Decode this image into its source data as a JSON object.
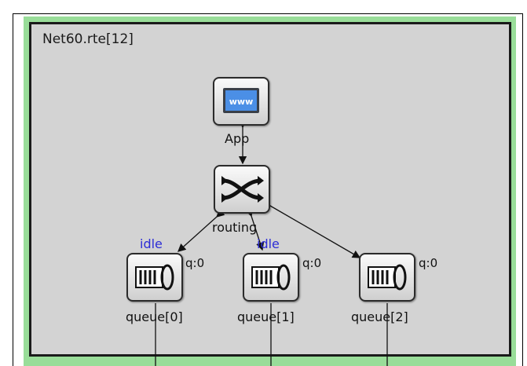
{
  "module": {
    "title": "Net60.rte[12]"
  },
  "nodes": {
    "app": {
      "label": "App",
      "icon_name": "www-icon"
    },
    "routing": {
      "label": "routing",
      "icon_name": "switch-cross-icon"
    },
    "queues": [
      {
        "label": "queue[0]",
        "queue_length": "q:0",
        "status": "idle"
      },
      {
        "label": "queue[1]",
        "queue_length": "q:0",
        "status": "idle"
      },
      {
        "label": "queue[2]",
        "queue_length": "q:0",
        "status": ""
      }
    ]
  },
  "colors": {
    "module_background": "#d3d3d3",
    "module_frame_highlight": "#99dd99",
    "status_text": "#2d2dd6"
  }
}
